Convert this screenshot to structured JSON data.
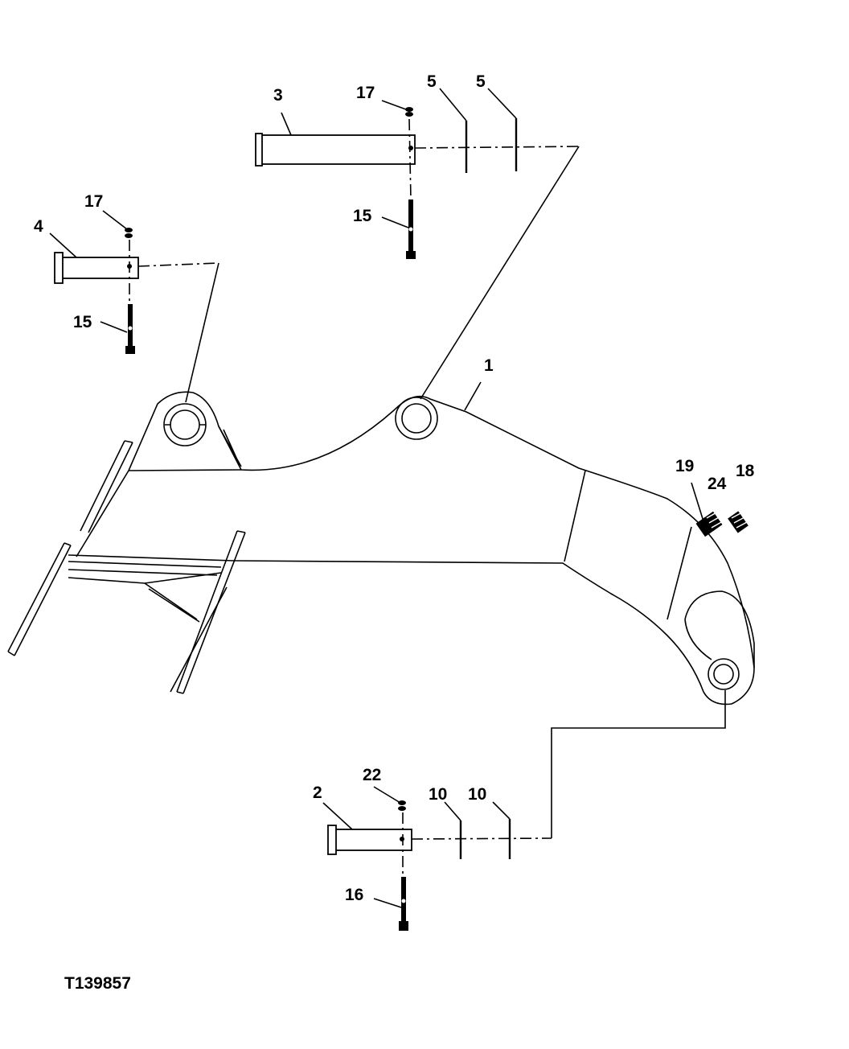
{
  "figure_id": "T139857",
  "callouts": [
    "1",
    "2",
    "3",
    "4",
    "5",
    "5",
    "10",
    "10",
    "15",
    "15",
    "16",
    "17",
    "17",
    "18",
    "19",
    "22",
    "24"
  ]
}
